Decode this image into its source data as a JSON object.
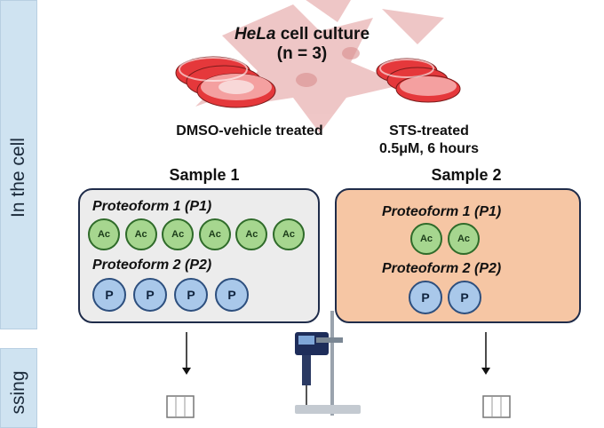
{
  "side_tabs": [
    {
      "label": "In the cell"
    },
    {
      "label": "ssing"
    }
  ],
  "header": {
    "title_italic": "HeLa",
    "title_rest": " cell culture",
    "title_n": "(n = 3)"
  },
  "treatments": {
    "left": "DMSO-vehicle treated",
    "right_line1": "STS-treated",
    "right_line2": "0.5μM, 6 hours"
  },
  "samples": [
    {
      "title": "Sample 1",
      "pf1_label": "Proteoform 1 (P1)",
      "pf1_marks": [
        "Ac",
        "Ac",
        "Ac",
        "Ac",
        "Ac",
        "Ac"
      ],
      "pf2_label": "Proteoform 2 (P2)",
      "pf2_marks": [
        "P",
        "P",
        "P",
        "P"
      ]
    },
    {
      "title": "Sample 2",
      "pf1_label": "Proteoform 1 (P1)",
      "pf1_marks": [
        "Ac",
        "Ac"
      ],
      "pf2_label": "Proteoform 2 (P2)",
      "pf2_marks": [
        "P",
        "P"
      ]
    }
  ],
  "colors": {
    "dish_red": "#e5383b",
    "cell_pink": "#e9b4b4",
    "panel1_fill": "#ececec",
    "panel2_fill": "#f6c6a4",
    "ac_fill": "#a6d68f",
    "p_fill": "#a9c8ea",
    "tab_fill": "#cfe3f1"
  }
}
